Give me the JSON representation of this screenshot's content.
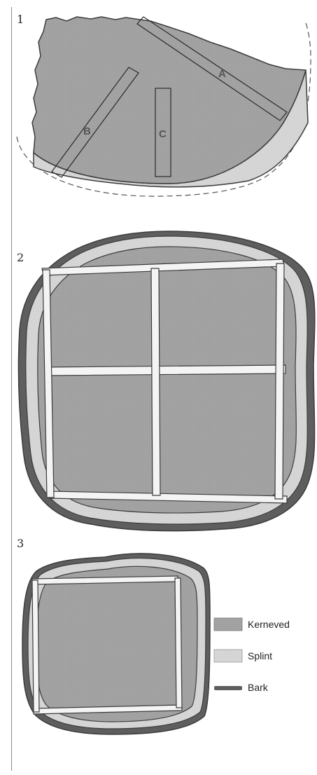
{
  "figures": [
    {
      "number": "1"
    },
    {
      "number": "2"
    },
    {
      "number": "3"
    }
  ],
  "cut_labels": {
    "a": "A",
    "b": "B",
    "c": "C"
  },
  "legend": [
    {
      "label": "Kerneved",
      "color": "#a3a3a3"
    },
    {
      "label": "Splint",
      "color": "#d6d6d6"
    },
    {
      "label": "Bark",
      "color": "#5e5e5e"
    }
  ],
  "colors": {
    "heartwood": "#a3a3a3",
    "sapwood": "#d6d6d6",
    "bark": "#5e5e5e",
    "outline": "#3c3c3c"
  }
}
